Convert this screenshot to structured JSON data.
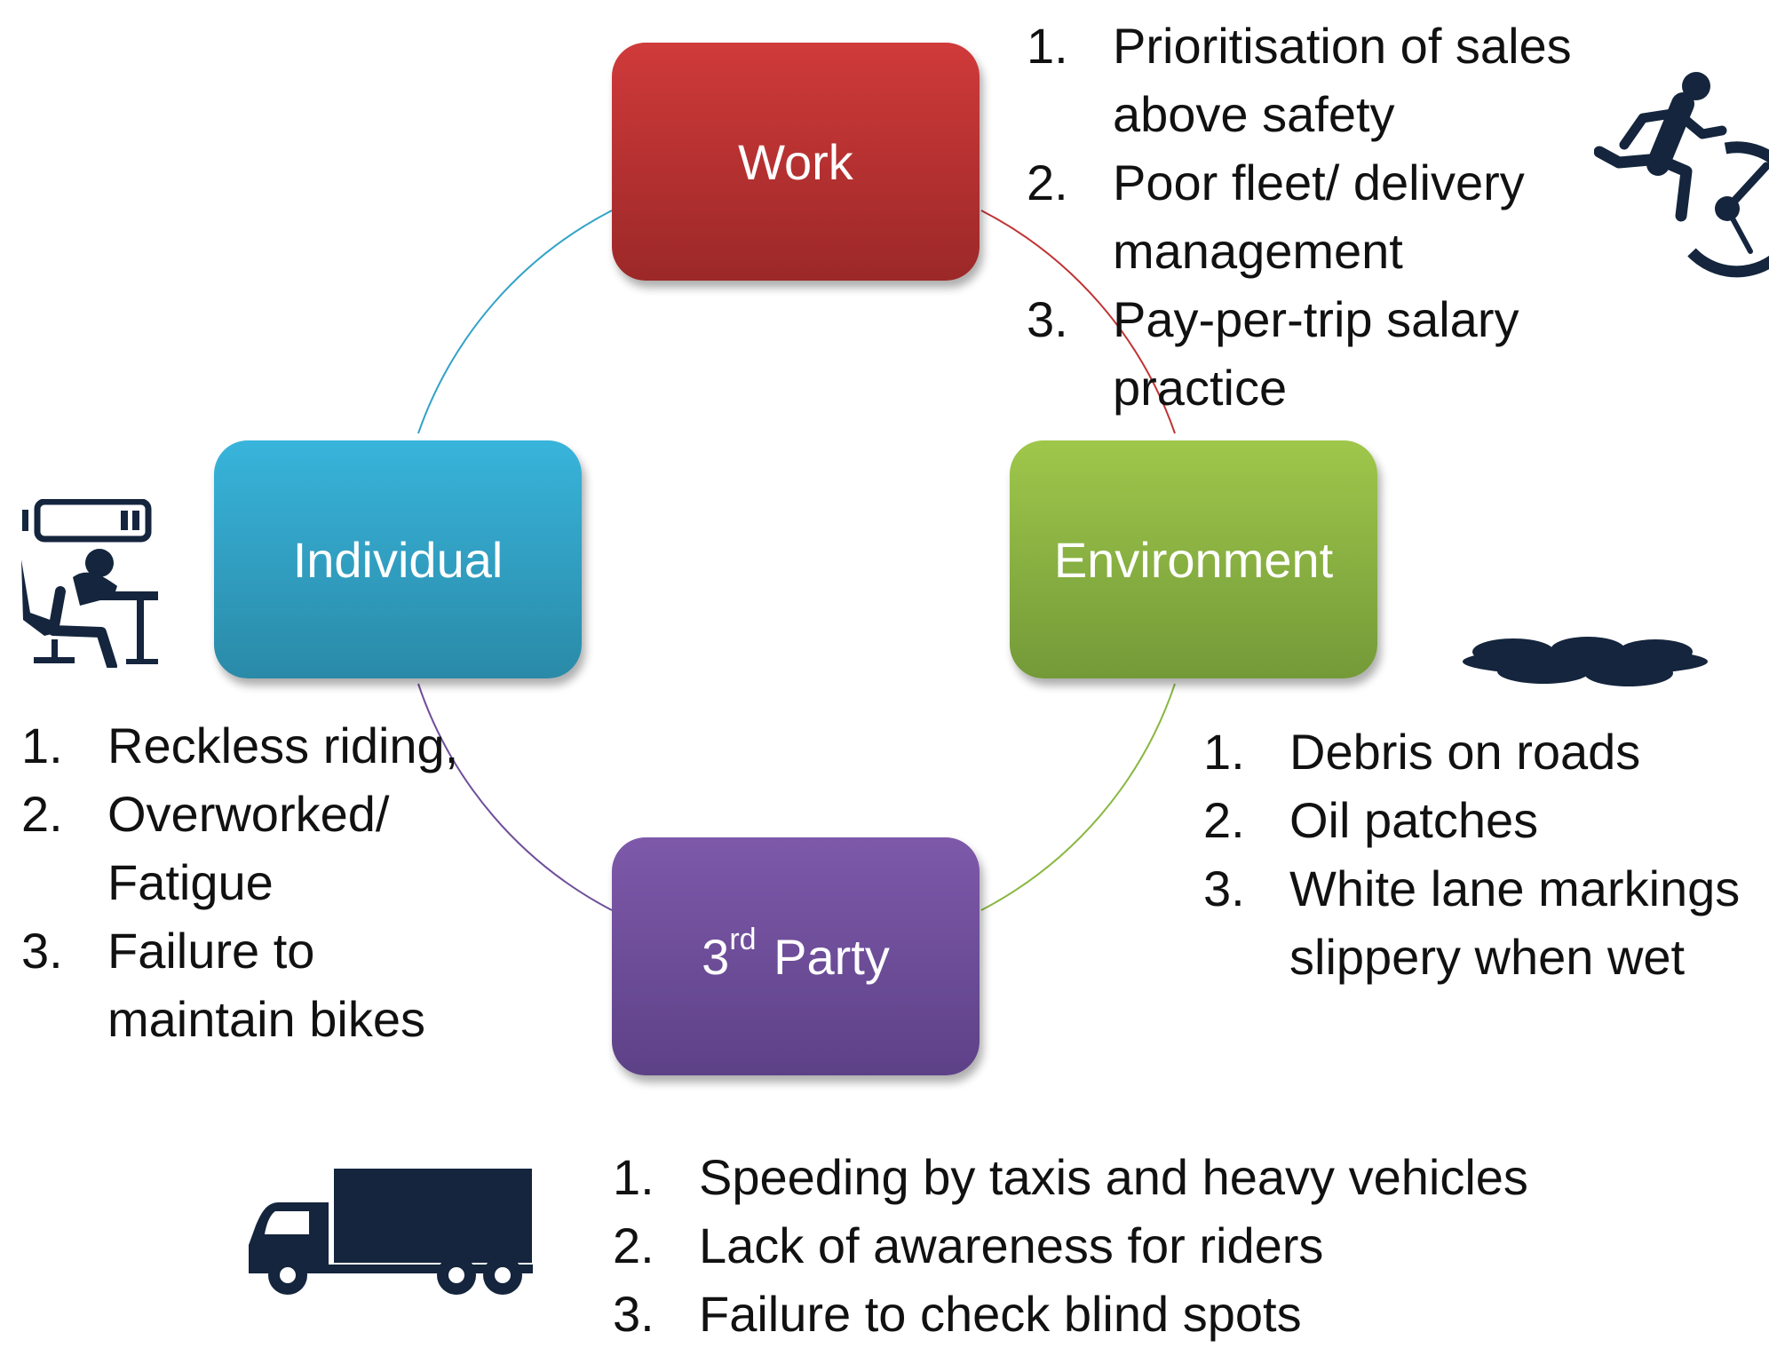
{
  "diagram": {
    "nodes": {
      "work": {
        "label": "Work",
        "color": "#c03333"
      },
      "individual": {
        "label": "Individual",
        "color": "#33a3c8"
      },
      "environment": {
        "label": "Environment",
        "color": "#8ab843"
      },
      "third_party": {
        "label_main": "3",
        "label_sup": "rd",
        "label_rest": "Party",
        "color": "#6f4f9b"
      }
    },
    "lists": {
      "work": [
        {
          "num": "1.",
          "text": "Prioritisation of sales above safety"
        },
        {
          "num": "2.",
          "text": "Poor fleet/ delivery management"
        },
        {
          "num": "3.",
          "text": "Pay-per-trip salary practice"
        }
      ],
      "individual": [
        {
          "num": "1.",
          "text": "Reckless riding,"
        },
        {
          "num": "2.",
          "text": "Overworked/ Fatigue"
        },
        {
          "num": "3.",
          "text": "Failure to maintain bikes"
        }
      ],
      "environment": [
        {
          "num": "1.",
          "text": "Debris on roads"
        },
        {
          "num": "2.",
          "text": "Oil patches"
        },
        {
          "num": "3.",
          "text": "White lane markings slippery  when wet"
        }
      ],
      "third_party": [
        {
          "num": "1.",
          "text": "Speeding by taxis and heavy vehicles"
        },
        {
          "num": "2.",
          "text": "Lack of awareness for riders"
        },
        {
          "num": "3.",
          "text": "Failure to check blind spots"
        }
      ]
    },
    "icons": {
      "work": "running-person-clock-icon",
      "individual": "exhausted-worker-at-desk-icon",
      "environment": "puddle-icon",
      "third_party": "truck-icon"
    },
    "icon_color": "#14253d",
    "ring_colors": [
      "#c03333",
      "#8ab843",
      "#6f4f9b",
      "#33a3c8"
    ]
  }
}
